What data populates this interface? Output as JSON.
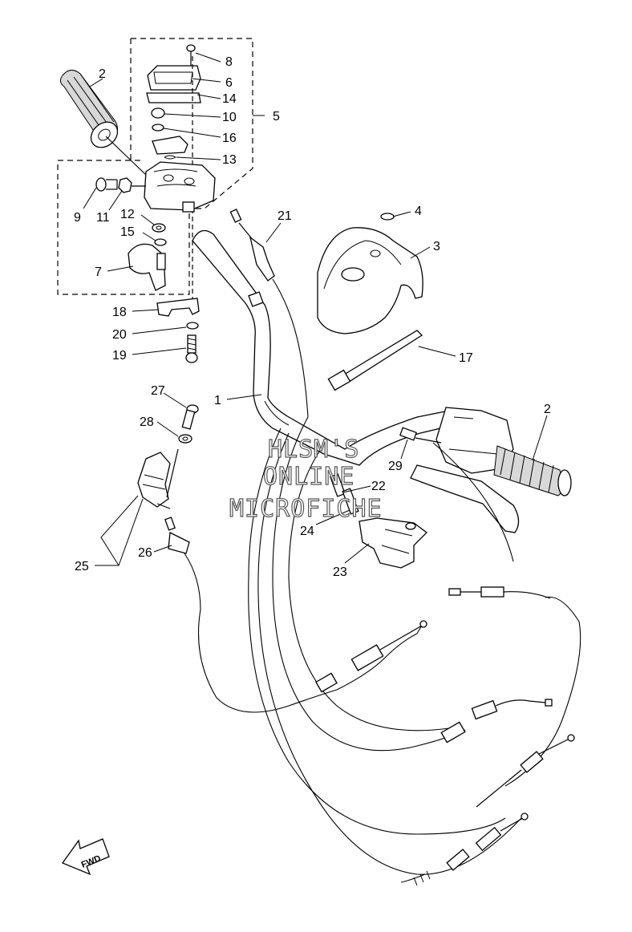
{
  "callouts": [
    "1",
    "2",
    "2",
    "3",
    "4",
    "5",
    "6",
    "7",
    "8",
    "9",
    "10",
    "11",
    "12",
    "13",
    "14",
    "15",
    "16",
    "17",
    "18",
    "19",
    "20",
    "21",
    "22",
    "23",
    "24",
    "25",
    "26",
    "27",
    "28",
    "29"
  ],
  "watermark": {
    "line1": "HLSM'S",
    "line2": "ONLINE",
    "line3": "MICROFICHE"
  },
  "direction_arrow_label": "FWD"
}
